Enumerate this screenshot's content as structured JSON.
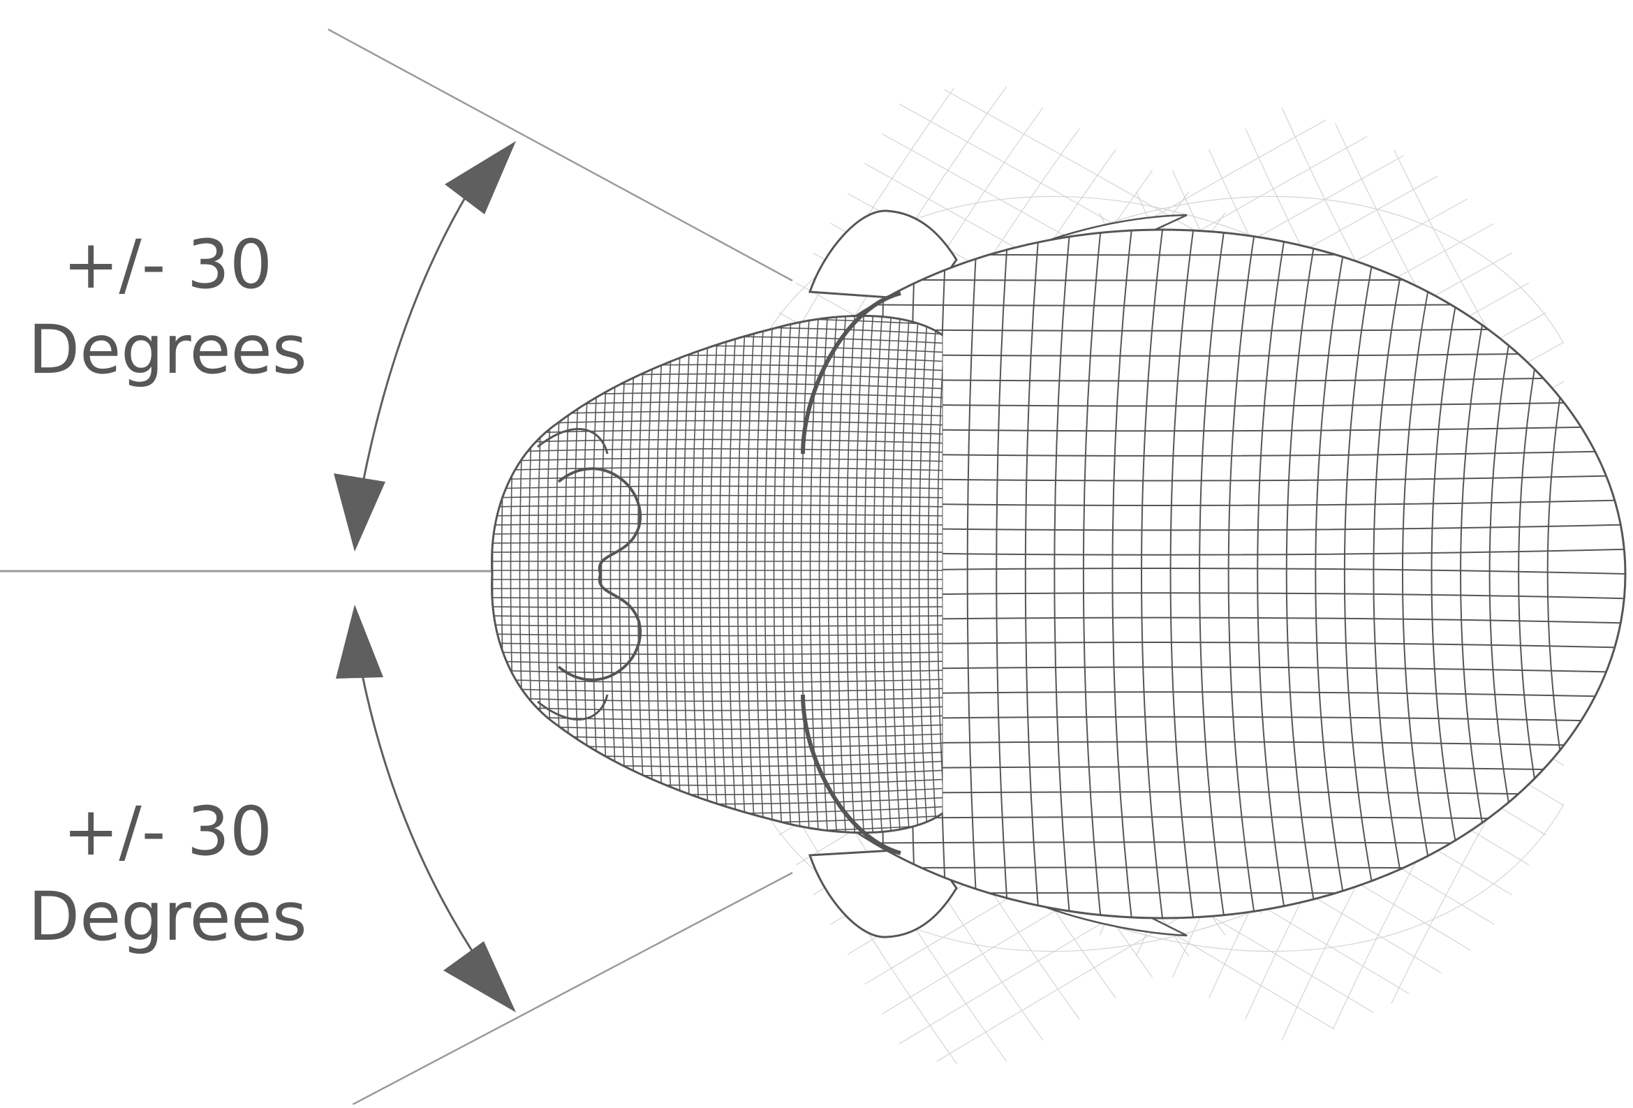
{
  "diagram": {
    "colors": {
      "line": "#9a9a9a",
      "arrow": "#5f5f5f",
      "mesh": "#555555",
      "ghost_mesh": "#d4d4d4",
      "text": "#575757"
    },
    "upper_label": {
      "line1": "+/- 30",
      "line2": "Degrees"
    },
    "lower_label": {
      "line1": "+/- 30",
      "line2": "Degrees"
    },
    "rotation_degrees": 30
  }
}
